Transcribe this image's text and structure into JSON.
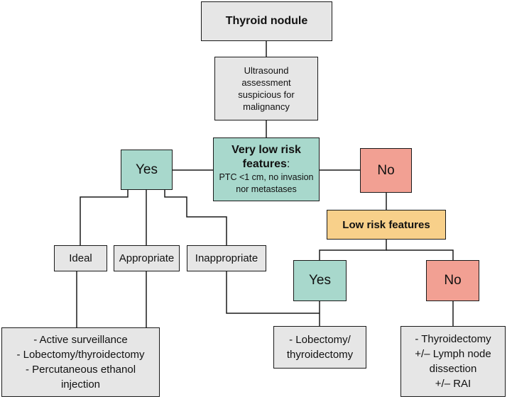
{
  "nodes": {
    "root": "Thyroid nodule",
    "ultrasound": [
      "Ultrasound",
      "assessment",
      "suspicious for",
      "malignancy"
    ],
    "very_low_risk": {
      "title": "Very low risk",
      "title_line2": "features",
      "title_suffix": ":",
      "detail": [
        "PTC <1 cm, no invasion",
        "nor metastases"
      ]
    },
    "yes_left": "Yes",
    "no_right": "No",
    "low_risk": "Low risk features",
    "ideal": "Ideal",
    "appropriate": "Appropriate",
    "inappropriate": "Inappropriate",
    "yes_mid": "Yes",
    "no_low": "No",
    "outcome_left": [
      "- Active surveillance",
      "- Lobectomy/thyroidectomy",
      "- Percutaneous ethanol",
      "injection"
    ],
    "outcome_mid": [
      "- Lobectomy/",
      "thyroidectomy"
    ],
    "outcome_right": [
      "- Thyroidectomy",
      "+/– Lymph node",
      "dissection",
      "+/– RAI"
    ]
  },
  "colors": {
    "gray": "#e6e6e6",
    "teal": "#a8d8cc",
    "salmon": "#f2a093",
    "orange": "#f8d08a",
    "line": "#1a1a1a"
  }
}
